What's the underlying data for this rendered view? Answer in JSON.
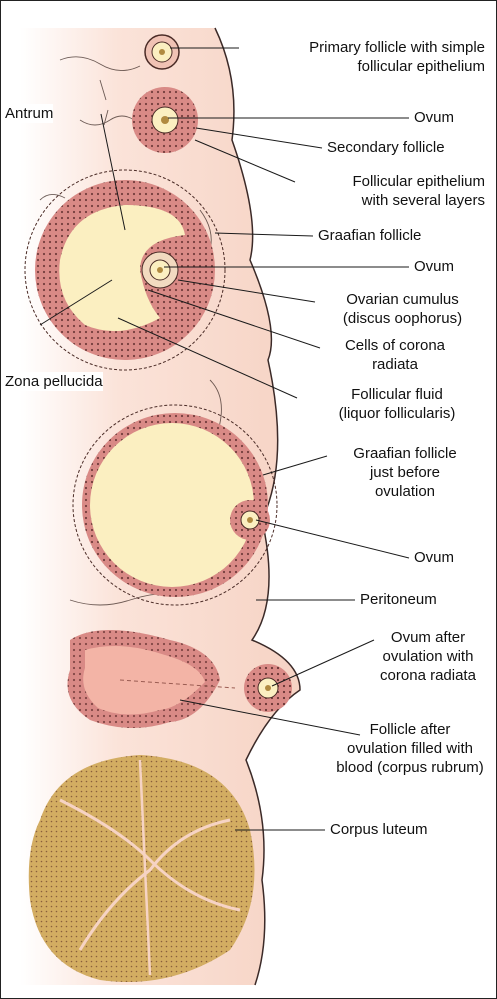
{
  "labels": {
    "primary_follicle": [
      "Primary follicle with simple",
      "follicular epithelium"
    ],
    "ovum_1": "Ovum",
    "secondary_follicle": "Secondary follicle",
    "follicular_epithelium": [
      "Follicular epithelium",
      "with several layers"
    ],
    "graafian_follicle": "Graafian follicle",
    "ovum_2": "Ovum",
    "ovarian_cumulus": [
      "Ovarian cumulus",
      "(discus oophorus)"
    ],
    "corona_cells": [
      "Cells of corona",
      "radiata"
    ],
    "follicular_fluid": [
      "Follicular fluid",
      "(liquor follicularis)"
    ],
    "graafian_before": [
      "Graafian follicle",
      "just before",
      "ovulation"
    ],
    "ovum_3": "Ovum",
    "peritoneum": "Peritoneum",
    "ovum_after": [
      "Ovum after",
      "ovulation with",
      "corona radiata"
    ],
    "follicle_after": [
      "Follicle after",
      "ovulation filled with",
      "blood (corpus rubrum)"
    ],
    "corpus_luteum": "Corpus luteum",
    "antrum": "Antrum",
    "zona_pellucida": "Zona pellucida"
  },
  "colors": {
    "tissue": "#f6d3c4",
    "fluid": "#fbefc1",
    "granulosa": "#d98a86",
    "luteum": "#d3ad62",
    "rubrum": "#f3b4a6"
  }
}
